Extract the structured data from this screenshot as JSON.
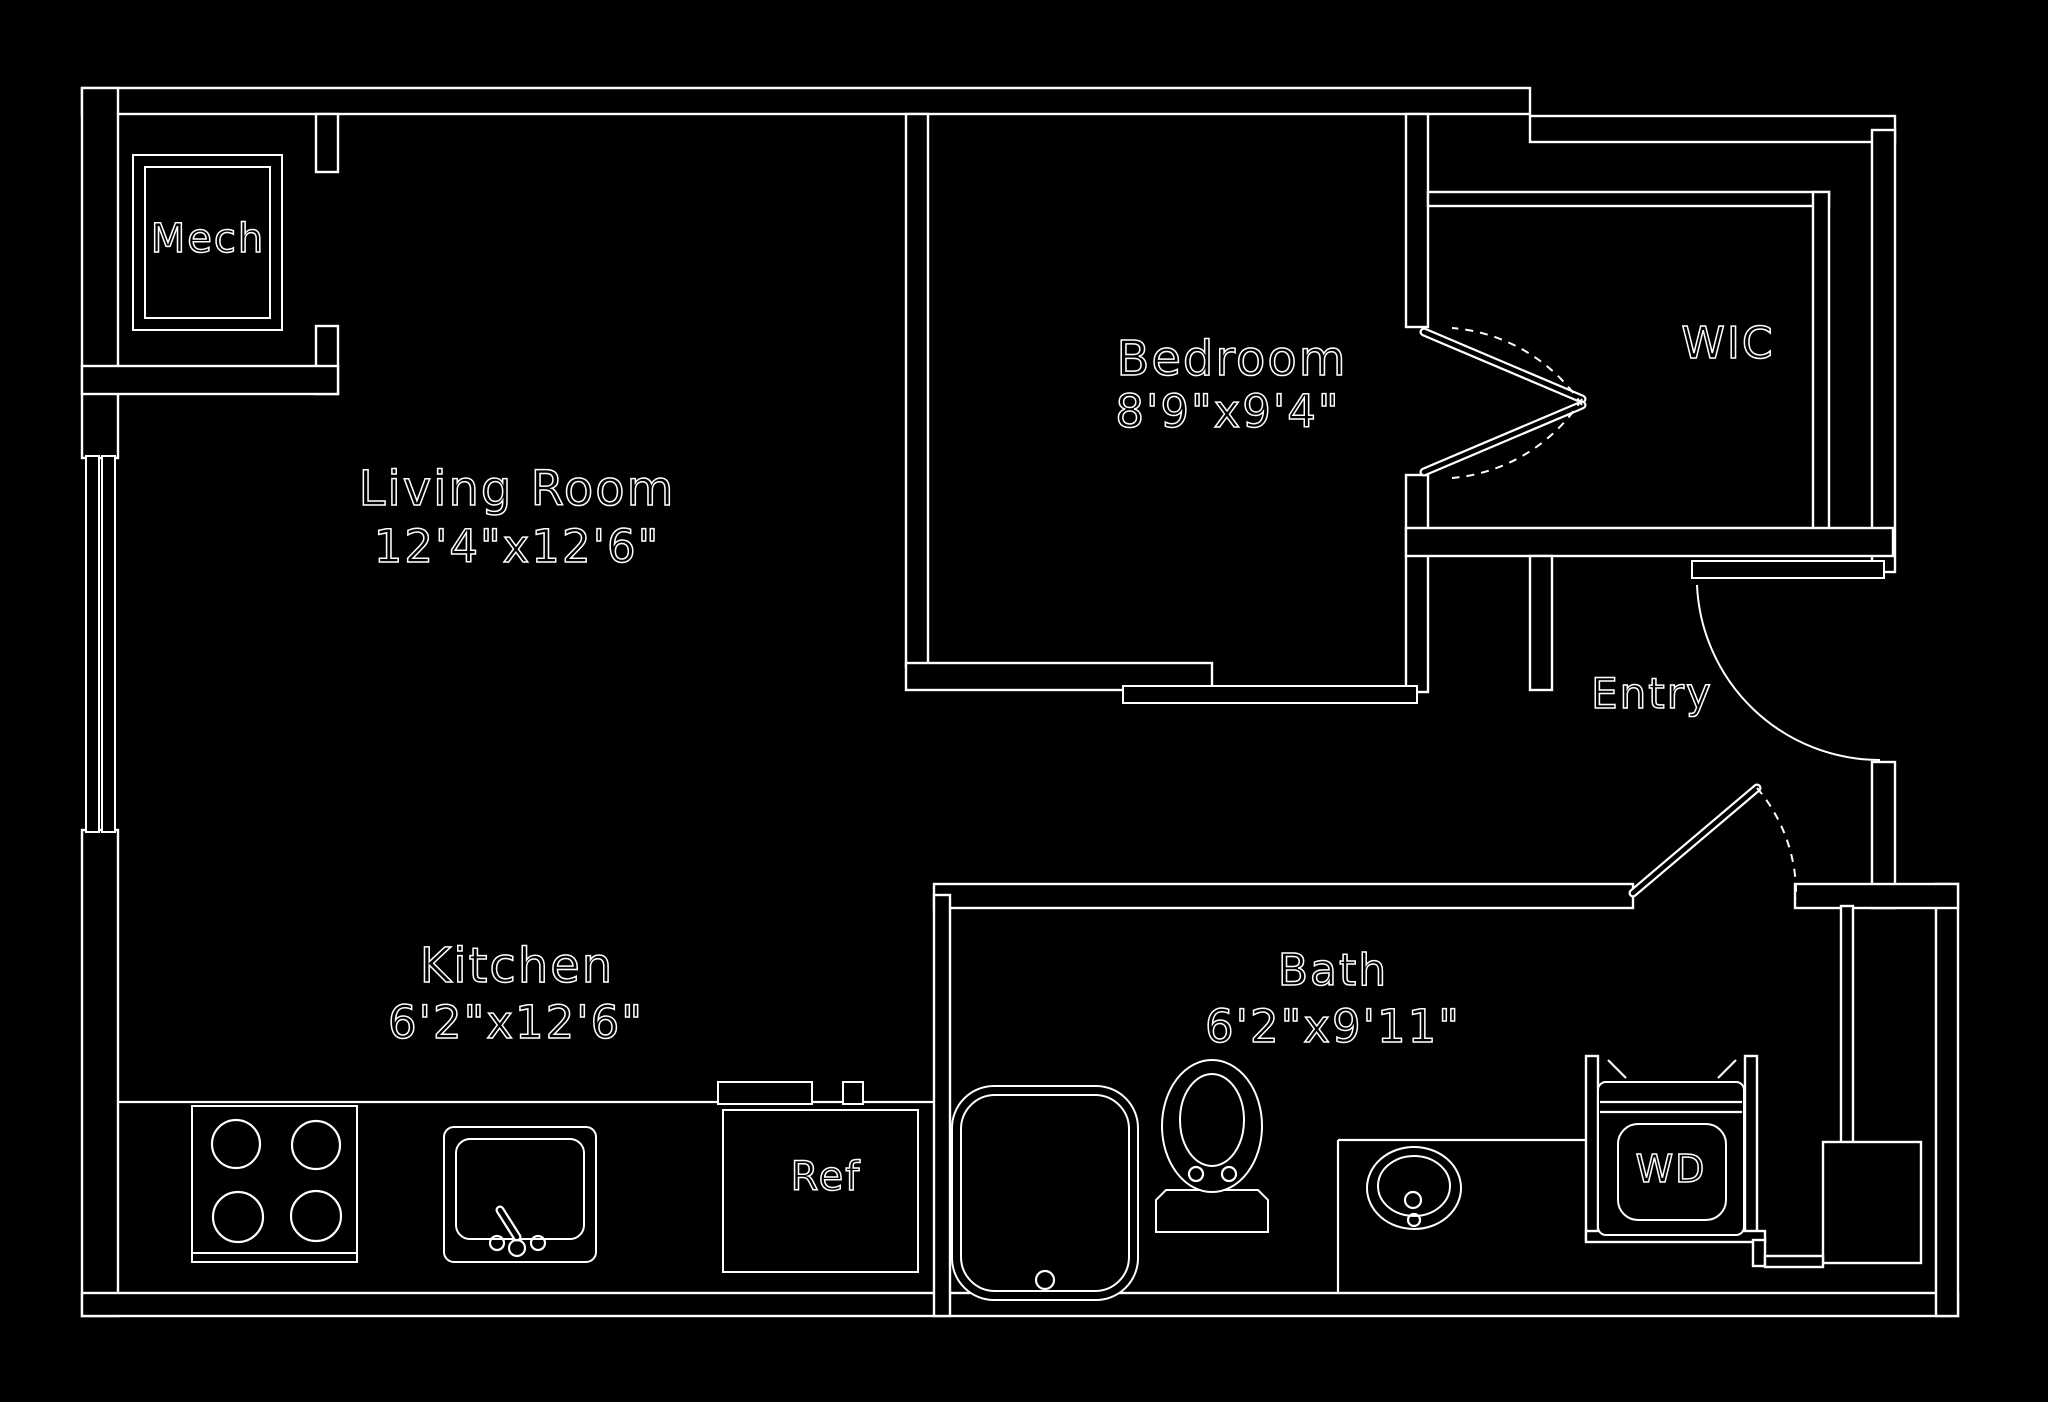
{
  "canvas": {
    "background": "#000000",
    "line_color": "#ffffff",
    "description": "One-bedroom apartment floor plan, white line drawing on black"
  },
  "rooms": [
    {
      "id": "mech",
      "name": "Mech",
      "dims": ""
    },
    {
      "id": "living",
      "name": "Living Room",
      "dims": "12'4\"x12'6\""
    },
    {
      "id": "bedroom",
      "name": "Bedroom",
      "dims": "8'9\"x9'4\""
    },
    {
      "id": "wic",
      "name": "WIC",
      "dims": ""
    },
    {
      "id": "entry",
      "name": "Entry",
      "dims": ""
    },
    {
      "id": "kitchen",
      "name": "Kitchen",
      "dims": "6'2\"x12'6\""
    },
    {
      "id": "bath",
      "name": "Bath",
      "dims": "6'2\"x9'11\""
    }
  ],
  "fixtures": [
    {
      "id": "refrigerator",
      "label": "Ref"
    },
    {
      "id": "washer-dryer",
      "label": "WD"
    },
    {
      "id": "range-4-burners",
      "label": ""
    },
    {
      "id": "kitchen-sink",
      "label": ""
    },
    {
      "id": "bathtub",
      "label": ""
    },
    {
      "id": "toilet",
      "label": ""
    },
    {
      "id": "vanity-sink",
      "label": ""
    },
    {
      "id": "left-window",
      "label": ""
    },
    {
      "id": "entry-door",
      "label": ""
    },
    {
      "id": "bath-door",
      "label": ""
    },
    {
      "id": "wic-double-doors",
      "label": ""
    },
    {
      "id": "bedroom-sliding-door",
      "label": ""
    }
  ]
}
